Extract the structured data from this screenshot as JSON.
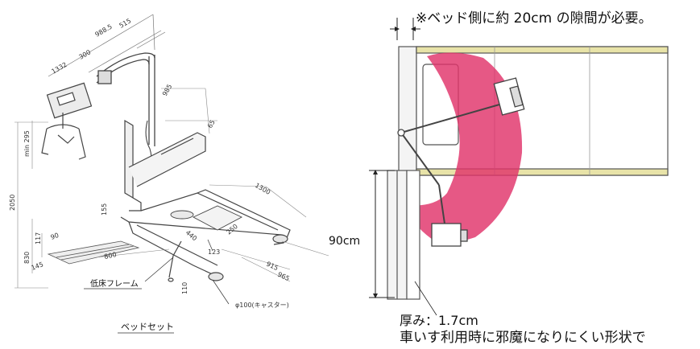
{
  "left_drawing": {
    "dimensions": {
      "d1": "988.5",
      "d2": "515",
      "d3": "1332",
      "d4": "300",
      "d5": "985",
      "d6": "65",
      "d7": "min 295",
      "d8": "2050",
      "d9": "1300",
      "d10": "155",
      "d11": "117",
      "d12": "90",
      "d13": "830",
      "d14": "145",
      "d15": "800",
      "d16": "440",
      "d17": "250",
      "d18": "123",
      "d19": "915",
      "d20": "965",
      "d21": "110",
      "d22": "φ100(キャスター)"
    },
    "frame_label": "低床フレーム",
    "caption": "ベッドセット"
  },
  "right_drawing": {
    "gap_note": "※ベッド側に約 20cm の隙間が必要。",
    "height_label": "90cm",
    "thickness_label": "厚み：1.7cm",
    "wheelchair_note": "車いす利用時に邪魔になりにくい形状で"
  },
  "colors": {
    "swing_area": "#e0336a",
    "rail_yellow": "#e8e3a8",
    "line": "#444444"
  }
}
